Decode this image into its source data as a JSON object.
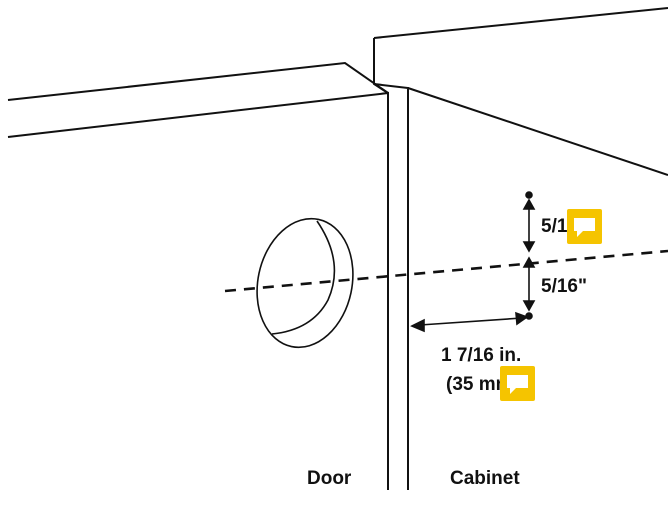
{
  "labels": {
    "door": "Door",
    "cabinet": "Cabinet",
    "top_dimension": "5/16\"",
    "bottom_dimension": "5/16\"",
    "horizontal_dimension_in": "1 7/16 in.",
    "horizontal_dimension_mm": "(35 mm)"
  },
  "icons": {
    "comment_icon_name": "comment-icon",
    "comment_color": "#f5c400"
  }
}
